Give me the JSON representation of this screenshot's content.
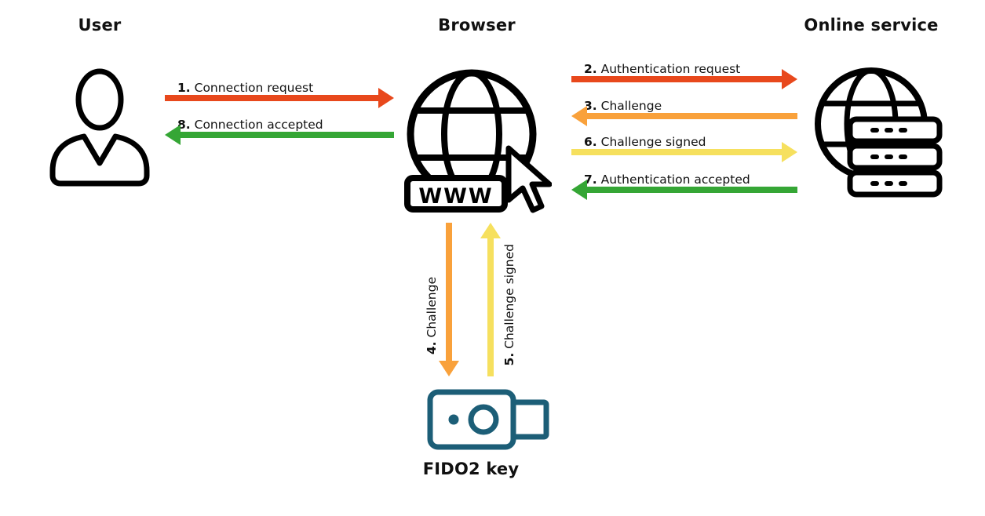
{
  "nodes": {
    "user": {
      "label": "User"
    },
    "browser": {
      "label": "Browser",
      "badge": "WWW"
    },
    "service": {
      "label": "Online service"
    },
    "fido2": {
      "label": "FIDO2 key"
    }
  },
  "flows": [
    {
      "num": "1.",
      "text": "Connection request",
      "from": "User",
      "to": "Browser",
      "color": "#e8481c"
    },
    {
      "num": "2.",
      "text": "Authentication request",
      "from": "Browser",
      "to": "Online service",
      "color": "#e8481c"
    },
    {
      "num": "3.",
      "text": "Challenge",
      "from": "Online service",
      "to": "Browser",
      "color": "#f9a13b"
    },
    {
      "num": "4.",
      "text": "Challenge",
      "from": "Browser",
      "to": "FIDO2 key",
      "color": "#f9a13b"
    },
    {
      "num": "5.",
      "text": "Challenge signed",
      "from": "FIDO2 key",
      "to": "Browser",
      "color": "#f6e05e"
    },
    {
      "num": "6.",
      "text": "Challenge signed",
      "from": "Browser",
      "to": "Online service",
      "color": "#f6e05e"
    },
    {
      "num": "7.",
      "text": "Authentication accepted",
      "from": "Online service",
      "to": "Browser",
      "color": "#35a635"
    },
    {
      "num": "8.",
      "text": "Connection accepted",
      "from": "Browser",
      "to": "User",
      "color": "#35a635"
    }
  ],
  "colors": {
    "request_red": "#e8481c",
    "challenge_orange": "#f9a13b",
    "signed_yellow": "#f6e05e",
    "accepted_green": "#35a635",
    "fido2_key_teal": "#1c5e77",
    "icon_black": "#000000"
  },
  "icons": [
    "user-person-icon",
    "browser-globe-icon",
    "www-badge",
    "cursor-icon",
    "online-service-globe-icon",
    "server-stack-icon",
    "fido2-key-icon"
  ]
}
